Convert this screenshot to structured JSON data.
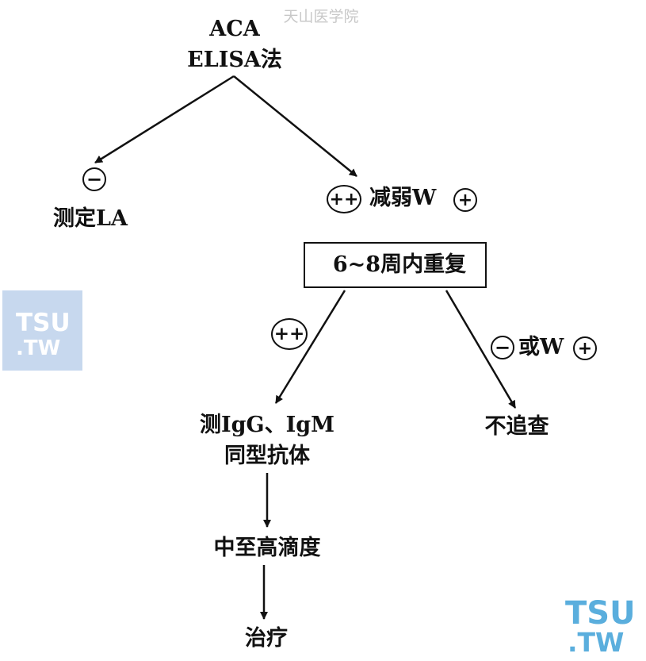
{
  "watermark": "天山医学院",
  "logos": {
    "left": {
      "line1": "TSU",
      "line2": ".TW"
    },
    "right": {
      "line1": "TSU",
      "line2": ".TW"
    }
  },
  "nodes": {
    "root_line1": "ACA",
    "root_line2": "ELISA法",
    "left_neg_sign": "−",
    "left_label": "测定LA",
    "right_pp_sign": "++",
    "right_label": "减弱W",
    "right_plus_sign": "+",
    "box_label": "6~8周内重复",
    "branch_pp_sign": "++",
    "branch_neg_sign": "−",
    "branch_or_label": "或W",
    "branch_plus_sign": "+",
    "test_line1": "测IgG、IgM",
    "test_line2": "同型抗体",
    "no_follow": "不追查",
    "titer": "中至高滴度",
    "treatment": "治疗"
  }
}
